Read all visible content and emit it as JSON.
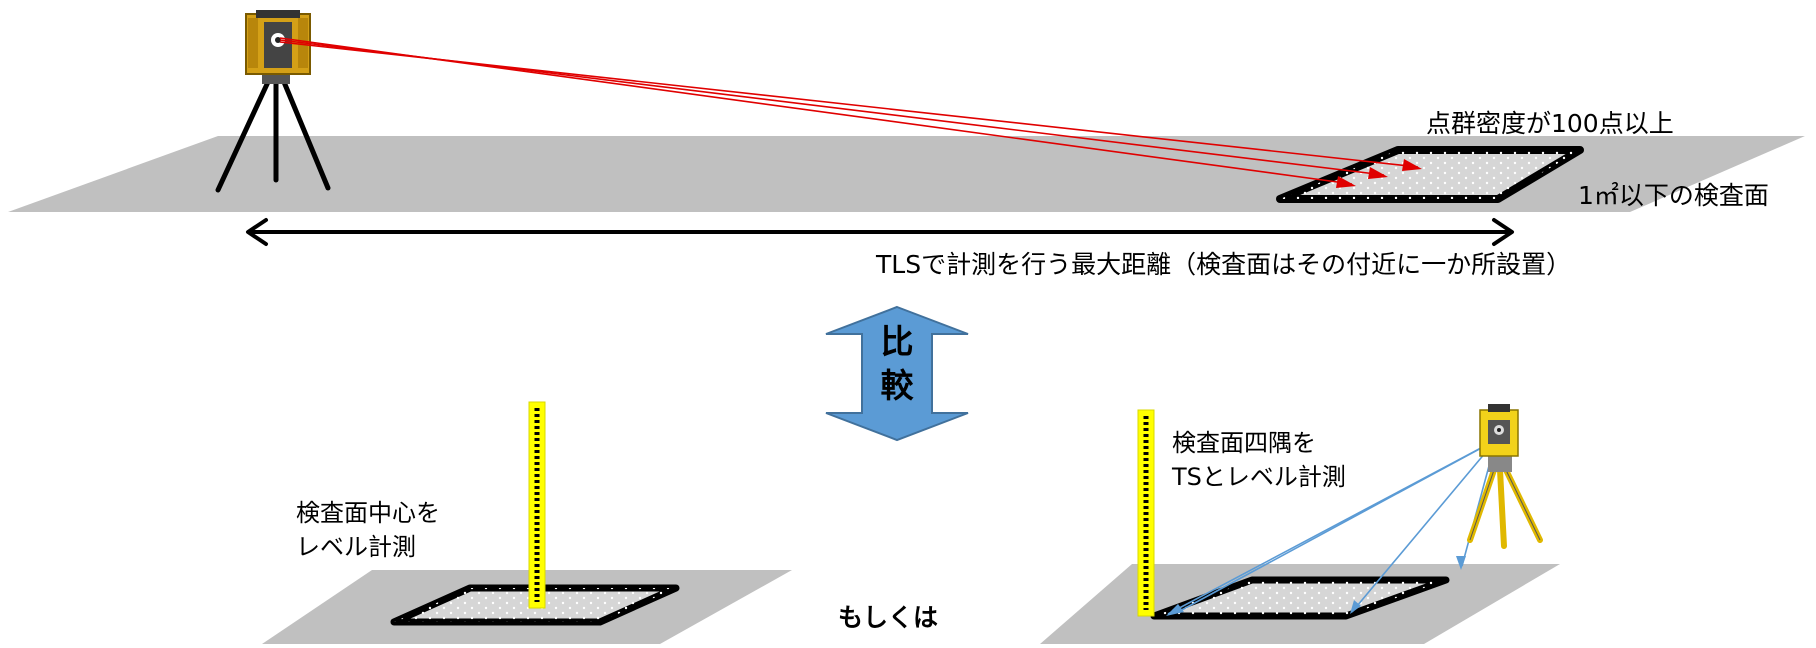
{
  "labels": {
    "point_density": "点群密度が100点以上",
    "inspection_area": "1㎡以下の検査面",
    "max_distance": "TLSで計測を行う最大距離（検査面はその付近に一か所設置）",
    "compare": [
      "比",
      "較"
    ],
    "left_method": [
      "検査面中心を",
      "レベル計測"
    ],
    "right_method": [
      "検査面四隅を",
      "TSとレベル計測"
    ],
    "or": "もしくは"
  },
  "colors": {
    "ground": "#c0c0c0",
    "laser": "#e00000",
    "ts_line": "#5b9bd5",
    "arrow_fill": "#5b9bd5",
    "staff": "#ffff00",
    "scanner_body": "#d4a017",
    "ts_body": "#f2d21a"
  },
  "icons": [
    "tripod-scanner-icon",
    "leveling-staff-icon",
    "total-station-icon",
    "double-arrow-icon"
  ]
}
